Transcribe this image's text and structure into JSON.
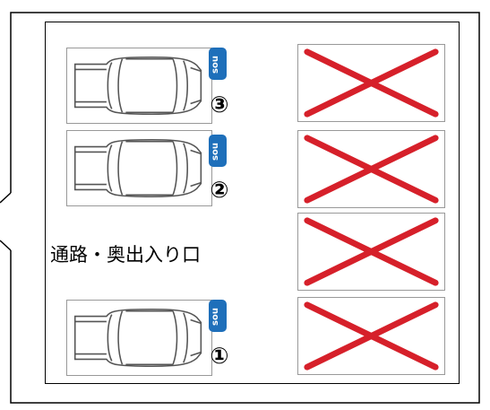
{
  "spaces": [
    {
      "number": "③",
      "badge_icon": "sou-logo-icon"
    },
    {
      "number": "②",
      "badge_icon": "sou-logo-icon"
    },
    {
      "number": "①",
      "badge_icon": "sou-logo-icon"
    }
  ],
  "blocked_spaces": 4,
  "passage_label": "通路・奥出入り口",
  "colors": {
    "cross": "#d6202a",
    "badge": "#1e6fba",
    "car_outline": "#555555",
    "frame": "#000000"
  }
}
